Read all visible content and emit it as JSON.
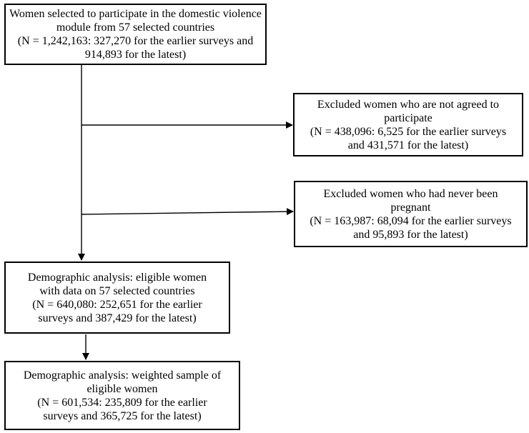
{
  "flowchart": {
    "box_selected": [
      "Women selected to participate in the domestic violence",
      "module from 57 selected countries",
      "(N = 1,242,163: 327,270 for the earlier surveys and",
      "914,893 for the latest)"
    ],
    "box_excluded_not_agreed": [
      "Excluded women who are not agreed to",
      "participate",
      "(N = 438,096: 6,525 for the earlier surveys",
      "and 431,571 for the latest)"
    ],
    "box_excluded_never_pregnant": [
      "Excluded women who had never been",
      "pregnant",
      "(N = 163,987: 68,094 for the earlier surveys",
      "and 95,893 for the latest)"
    ],
    "box_eligible": [
      "Demographic analysis: eligible women",
      "with data on 57 selected countries",
      "(N = 640,080: 252,651 for the earlier",
      "surveys and 387,429 for the latest)"
    ],
    "box_weighted": [
      "Demographic analysis: weighted sample of",
      "eligible women",
      "(N = 601,534: 235,809 for the earlier",
      "surveys and 365,725 for the latest)"
    ]
  },
  "colors": {
    "line": "#000000",
    "border": "#000000",
    "background": "#ffffff"
  }
}
